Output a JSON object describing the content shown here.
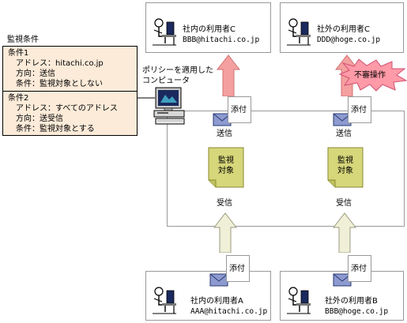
{
  "monitor_title": "監視条件",
  "conditions": [
    {
      "label": "条件1",
      "lines": [
        "アドレス：hitachi.co.jp",
        "方向：送信",
        "条件：監視対象としない"
      ]
    },
    {
      "label": "条件2",
      "lines": [
        "アドレス：すべてのアドレス",
        "方向：送受信",
        "条件：監視対象とする"
      ]
    }
  ],
  "policy_computer": [
    "ポリシーを適用した",
    "コンピュータ"
  ],
  "users": {
    "internal_c": {
      "name": "社内の利用者C",
      "address": "BBB@hitachi.co.jp"
    },
    "external_c": {
      "name": "社外の利用者C",
      "address": "DDD@hoge.co.jp"
    },
    "internal_a": {
      "name": "社内の利用者A",
      "address": "AAA@hitachi.co.jp"
    },
    "external_b": {
      "name": "社外の利用者B",
      "address": "BBB@hoge.co.jp"
    }
  },
  "labels": {
    "attachment": "添付",
    "send": "送信",
    "receive": "受信",
    "monitored": [
      "監視",
      "対象"
    ],
    "fraud": "不審操作"
  },
  "colors": {
    "send_arrow": "#f4a0a0",
    "receive_arrow": "#f0f0d8",
    "doc": "#d6d67a",
    "envelope": "#8c9ad0",
    "condition_bg": "#fcebd9",
    "fraud_burst": "#ff9aa8"
  }
}
